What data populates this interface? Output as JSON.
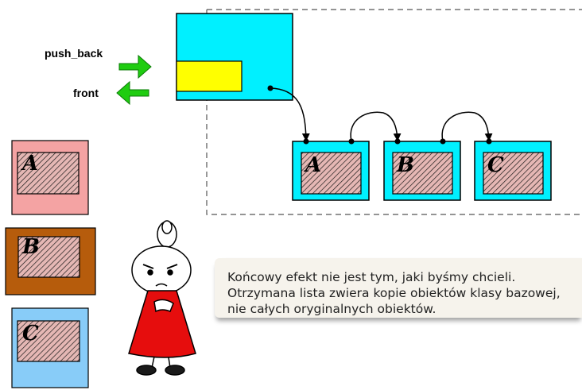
{
  "labels": {
    "push_back": "push_back",
    "front": "front"
  },
  "list_nodes": [
    "A",
    "B",
    "C"
  ],
  "objects": [
    {
      "letter": "A",
      "color": "#f4a3a3"
    },
    {
      "letter": "B",
      "color": "#b65c0c"
    },
    {
      "letter": "C",
      "color": "#88ccf8"
    }
  ],
  "caption": {
    "line1": "Końcowy efekt nie jest tym, jaki byśmy chcieli.",
    "line2": "Otrzymana lista zwiera kopie obiektów klasy bazowej,",
    "line3": "nie całych oryginalnych obiektów."
  },
  "colors": {
    "container": "#00f0ff",
    "container_slot": "#ffff00",
    "hatch_fill": "#e5b7b4",
    "arrow_green": "#1fcc10"
  }
}
